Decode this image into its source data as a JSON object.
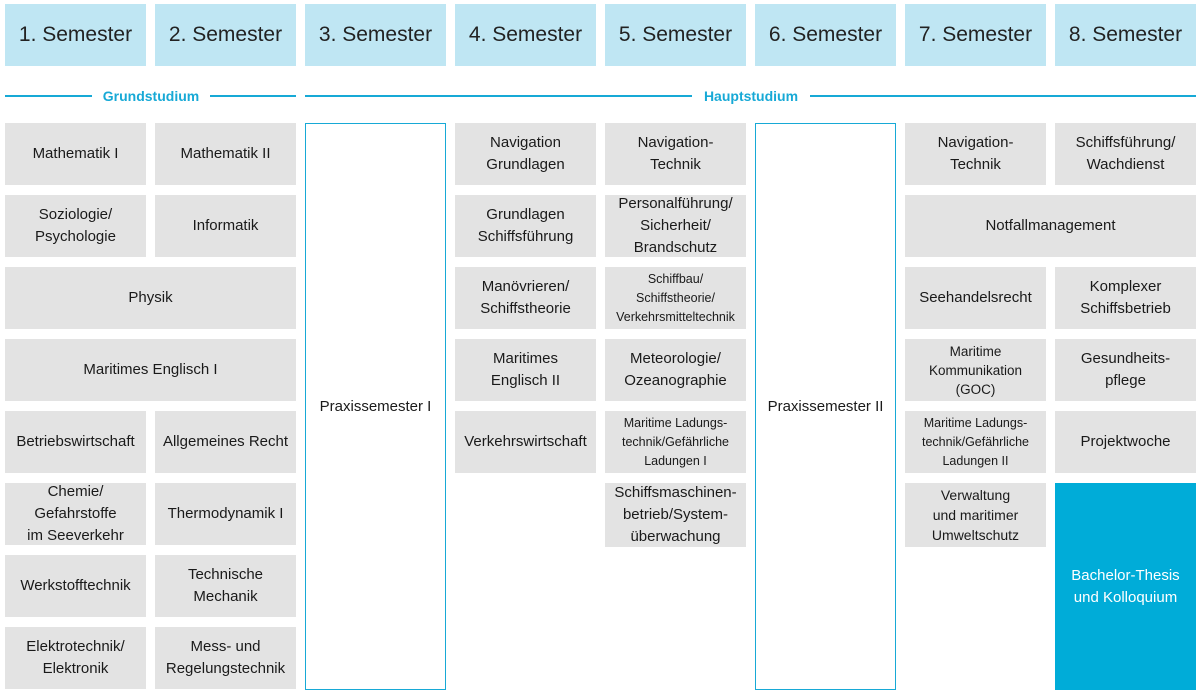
{
  "semesters": [
    "1. Semester",
    "2. Semester",
    "3. Semester",
    "4. Semester",
    "5. Semester",
    "6. Semester",
    "7. Semester",
    "8. Semester"
  ],
  "phases": {
    "grund": "Grundstudium",
    "haupt": "Hauptstudium"
  },
  "modules": {
    "s1_math": "Mathematik I",
    "s2_math": "Mathematik II",
    "s1_soz": "Soziologie/\nPsychologie",
    "s2_inf": "Informatik",
    "s12_phys": "Physik",
    "s12_engl": "Maritimes Englisch I",
    "s1_bwl": "Betriebswirtschaft",
    "s2_recht": "Allgemeines Recht",
    "s1_chem": "Chemie/\nGefahrstoffe\nim Seeverkehr",
    "s2_thermo": "Thermodynamik I",
    "s1_werk": "Werkstofftechnik",
    "s2_mech": "Technische\nMechanik",
    "s1_elek": "Elektrotechnik/\nElektronik",
    "s2_mess": "Mess- und\nRegelungstechnik",
    "s3_praxis": "Praxissemester I",
    "s4_nav": "Navigation\nGrundlagen",
    "s4_sfg": "Grundlagen\nSchiffsführung",
    "s4_man": "Manövrieren/\nSchiffstheorie",
    "s4_engl": "Maritimes\nEnglisch II",
    "s4_verk": "Verkehrswirtschaft",
    "s5_nav": "Navigation-\nTechnik",
    "s5_pers": "Personalführung/\nSicherheit/\nBrandschutz",
    "s5_schiffbau": "Schiffbau/\nSchiffstheorie/\nVerkehrsmitteltechnik",
    "s5_met": "Meteorologie/\nOzeanographie",
    "s5_ladung": "Maritime Ladungs-\ntechnik/Gefährliche\nLadungen I",
    "s5_masch": "Schiffsmaschinen-\nbetrieb/System-\nüberwachung",
    "s6_praxis": "Praxissemester II",
    "s7_nav": "Navigation-\nTechnik",
    "s8_wach": "Schiffsführung/\nWachdienst",
    "s78_notfall": "Notfallmanagement",
    "s7_see": "Seehandelsrecht",
    "s8_komp": "Komplexer\nSchiffsbetrieb",
    "s7_goc": "Maritime\nKommunikation\n(GOC)",
    "s8_ges": "Gesundheits-\npflege",
    "s7_ladung": "Maritime Ladungs-\ntechnik/Gefährliche\nLadungen II",
    "s8_proj": "Projektwoche",
    "s7_verw": "Verwaltung\nund maritimer\nUmweltschutz",
    "s8_thesis": "Bachelor-Thesis\nund Kolloquium"
  },
  "colors": {
    "header_bg": "#bfe6f3",
    "accent": "#00acd8",
    "line": "#17a9d6",
    "box_bg": "#e3e3e3"
  }
}
